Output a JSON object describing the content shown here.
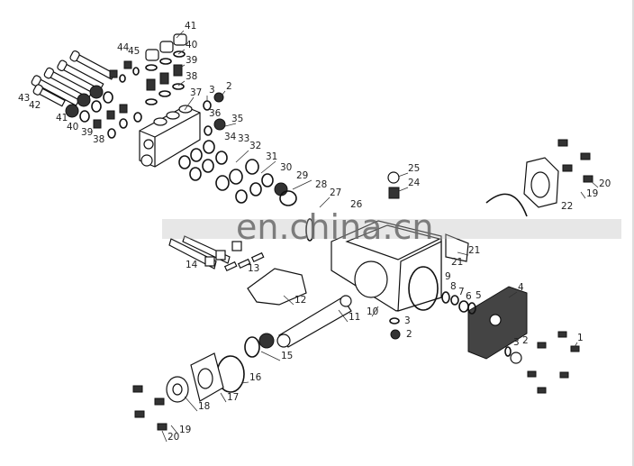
{
  "title": "Pump exploded parts diagram",
  "watermark": "en.china.cn",
  "callouts": [
    "41",
    "40",
    "39",
    "38",
    "44",
    "45",
    "43",
    "42",
    "41",
    "40",
    "39",
    "38",
    "37",
    "3",
    "2",
    "36",
    "35",
    "34",
    "33",
    "32",
    "31",
    "30",
    "29",
    "28",
    "27",
    "26",
    "25",
    "24",
    "22",
    "20",
    "19",
    "21",
    "21",
    "14",
    "13",
    "12",
    "11",
    "10",
    "9",
    "8",
    "7",
    "6",
    "5",
    "4",
    "3",
    "2",
    "3",
    "2",
    "1",
    "15",
    "16",
    "17",
    "18",
    "19",
    "20"
  ]
}
